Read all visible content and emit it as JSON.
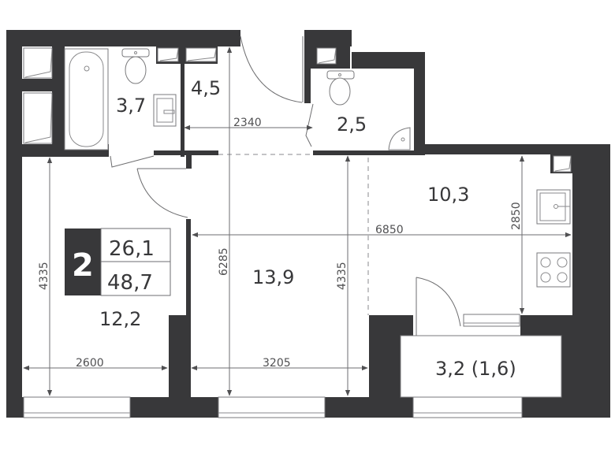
{
  "plan": {
    "rooms_count": "2",
    "living_area": "26,1",
    "total_area": "48,7",
    "rooms": {
      "bathroom": "3,7",
      "hallway": "4,5",
      "toilet": "2,5",
      "kitchen": "10,3",
      "bedroom": "12,2",
      "living_room": "13,9",
      "balcony": "3,2 (1,6)"
    },
    "dimensions": {
      "hallway_width": "2340",
      "total_width": "6850",
      "kitchen_depth": "2850",
      "overall_depth": "6285",
      "bedroom_depth": "4335",
      "living_depth": "4335",
      "bedroom_width": "2600",
      "living_width": "3205"
    },
    "colors": {
      "wall": "#38383a",
      "line": "#6e6e70",
      "background": "#ffffff"
    }
  }
}
